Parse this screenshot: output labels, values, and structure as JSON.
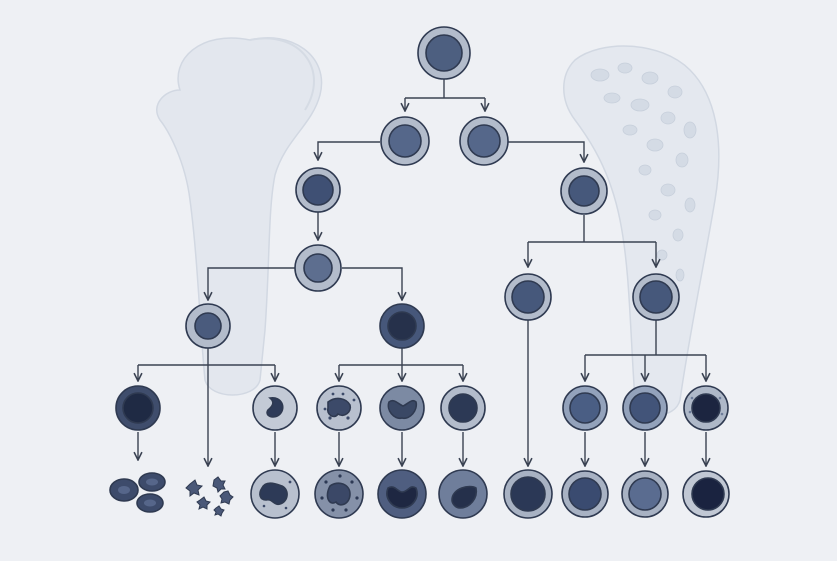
{
  "diagram": {
    "subject": "hematopoiesis-lineage-tree",
    "background": "#eef0f4",
    "colors": {
      "line": "#3a4252",
      "cell_outer": "#a9b2c3",
      "cell_outer_dark": "#2f3a51",
      "cell_core": "#4d5f80",
      "cell_core_dark": "#1f2a44",
      "bone": "#dde3ec",
      "bone_edge": "#c8d0dc"
    },
    "nodes": [
      {
        "id": "hsc",
        "kind": "stem",
        "icon": "hematopoietic-stem-cell-icon"
      },
      {
        "id": "mpp-left",
        "kind": "progenitor",
        "icon": "multipotent-progenitor-icon"
      },
      {
        "id": "mpp-right",
        "kind": "progenitor",
        "icon": "multipotent-progenitor-icon"
      },
      {
        "id": "cmp",
        "kind": "progenitor",
        "icon": "common-myeloid-progenitor-icon"
      },
      {
        "id": "clp",
        "kind": "progenitor",
        "icon": "common-lymphoid-progenitor-icon"
      },
      {
        "id": "myeloid-hub",
        "kind": "progenitor",
        "icon": "myeloid-progenitor-icon"
      },
      {
        "id": "mep",
        "kind": "progenitor",
        "icon": "megakaryocyte-erythroid-progenitor-icon"
      },
      {
        "id": "gmp",
        "kind": "progenitor",
        "icon": "granulocyte-macrophage-progenitor-icon"
      },
      {
        "id": "lymph-a",
        "kind": "progenitor",
        "icon": "lymphoid-progenitor-icon"
      },
      {
        "id": "lymph-b",
        "kind": "progenitor",
        "icon": "lymphoid-progenitor-icon"
      },
      {
        "id": "erythroblast",
        "kind": "precursor",
        "icon": "erythroblast-icon"
      },
      {
        "id": "monoblast",
        "kind": "precursor",
        "icon": "monoblast-icon"
      },
      {
        "id": "myelocyte-speckled",
        "kind": "precursor",
        "icon": "myelocyte-icon"
      },
      {
        "id": "myelocyte-bilobed",
        "kind": "precursor",
        "icon": "myelocyte-icon"
      },
      {
        "id": "myeloblast",
        "kind": "precursor",
        "icon": "myeloblast-icon"
      },
      {
        "id": "lymphoblast-a",
        "kind": "precursor",
        "icon": "lymphoblast-icon"
      },
      {
        "id": "lymphoblast-b",
        "kind": "precursor",
        "icon": "lymphoblast-icon"
      },
      {
        "id": "lymphoblast-c",
        "kind": "precursor",
        "icon": "lymphoblast-icon"
      },
      {
        "id": "red-blood-cells",
        "kind": "mature",
        "icon": "red-blood-cells-icon"
      },
      {
        "id": "platelets",
        "kind": "mature",
        "icon": "platelets-icon"
      },
      {
        "id": "monocyte",
        "kind": "mature",
        "icon": "monocyte-icon"
      },
      {
        "id": "eosinophil",
        "kind": "mature",
        "icon": "eosinophil-icon"
      },
      {
        "id": "neutrophil",
        "kind": "mature",
        "icon": "neutrophil-icon"
      },
      {
        "id": "basophil",
        "kind": "mature",
        "icon": "basophil-icon"
      },
      {
        "id": "nk-cell",
        "kind": "mature",
        "icon": "lymphocyte-icon"
      },
      {
        "id": "t-lymphocyte",
        "kind": "mature",
        "icon": "lymphocyte-icon"
      },
      {
        "id": "b-lymphocyte",
        "kind": "mature",
        "icon": "lymphocyte-icon"
      },
      {
        "id": "plasma-cell",
        "kind": "mature",
        "icon": "lymphocyte-icon"
      }
    ],
    "edges": [
      [
        "hsc",
        "mpp-left"
      ],
      [
        "hsc",
        "mpp-right"
      ],
      [
        "mpp-left",
        "cmp"
      ],
      [
        "mpp-right",
        "myeloid-hub"
      ],
      [
        "cmp",
        "clp"
      ],
      [
        "clp",
        "mep"
      ],
      [
        "clp",
        "gmp"
      ],
      [
        "mep",
        "erythroblast"
      ],
      [
        "mep",
        "platelets"
      ],
      [
        "mep",
        "monoblast"
      ],
      [
        "gmp",
        "myelocyte-speckled"
      ],
      [
        "gmp",
        "myelocyte-bilobed"
      ],
      [
        "gmp",
        "myeloblast"
      ],
      [
        "myeloid-hub",
        "lymph-a"
      ],
      [
        "myeloid-hub",
        "lymph-b"
      ],
      [
        "lymph-b",
        "lymphoblast-a"
      ],
      [
        "lymph-b",
        "lymphoblast-b"
      ],
      [
        "lymph-b",
        "lymphoblast-c"
      ],
      [
        "erythroblast",
        "red-blood-cells"
      ],
      [
        "monoblast",
        "monocyte"
      ],
      [
        "myelocyte-speckled",
        "eosinophil"
      ],
      [
        "myelocyte-bilobed",
        "neutrophil"
      ],
      [
        "myeloblast",
        "basophil"
      ],
      [
        "lymph-a",
        "nk-cell"
      ],
      [
        "lymphoblast-a",
        "t-lymphocyte"
      ],
      [
        "lymphoblast-b",
        "b-lymphocyte"
      ],
      [
        "lymphoblast-c",
        "plasma-cell"
      ]
    ]
  }
}
